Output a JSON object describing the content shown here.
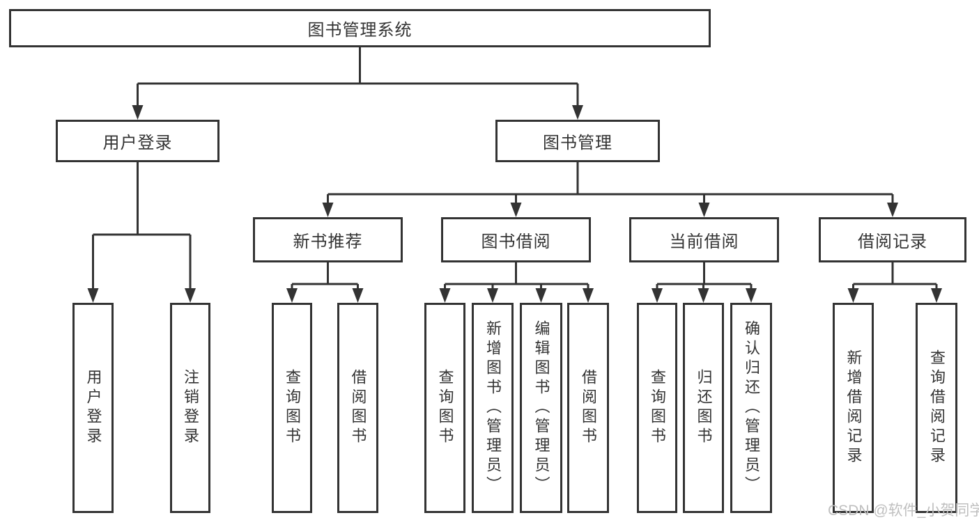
{
  "tree": {
    "label": "图书管理系统",
    "children": [
      {
        "label": "用户登录",
        "children": [
          {
            "label": "用户登录"
          },
          {
            "label": "注销登录"
          }
        ]
      },
      {
        "label": "图书管理",
        "children": [
          {
            "label": "新书推荐",
            "children": [
              {
                "label": "查询图书"
              },
              {
                "label": "借阅图书"
              }
            ]
          },
          {
            "label": "图书借阅",
            "children": [
              {
                "label": "查询图书"
              },
              {
                "label": "新增图书（管理员）"
              },
              {
                "label": "编辑图书（管理员）"
              },
              {
                "label": "借阅图书"
              }
            ]
          },
          {
            "label": "当前借阅",
            "children": [
              {
                "label": "查询图书"
              },
              {
                "label": "归还图书"
              },
              {
                "label": "确认归还（管理员）"
              }
            ]
          },
          {
            "label": "借阅记录",
            "children": [
              {
                "label": "新增借阅记录"
              },
              {
                "label": "查询借阅记录"
              }
            ]
          }
        ]
      }
    ]
  },
  "watermark": {
    "text": "CSDN @软件_小贺同学"
  },
  "colors": {
    "line": "#333333",
    "box_border": "#333333",
    "text": "#333333",
    "watermark": "#bfbfbf",
    "background": "#ffffff"
  }
}
